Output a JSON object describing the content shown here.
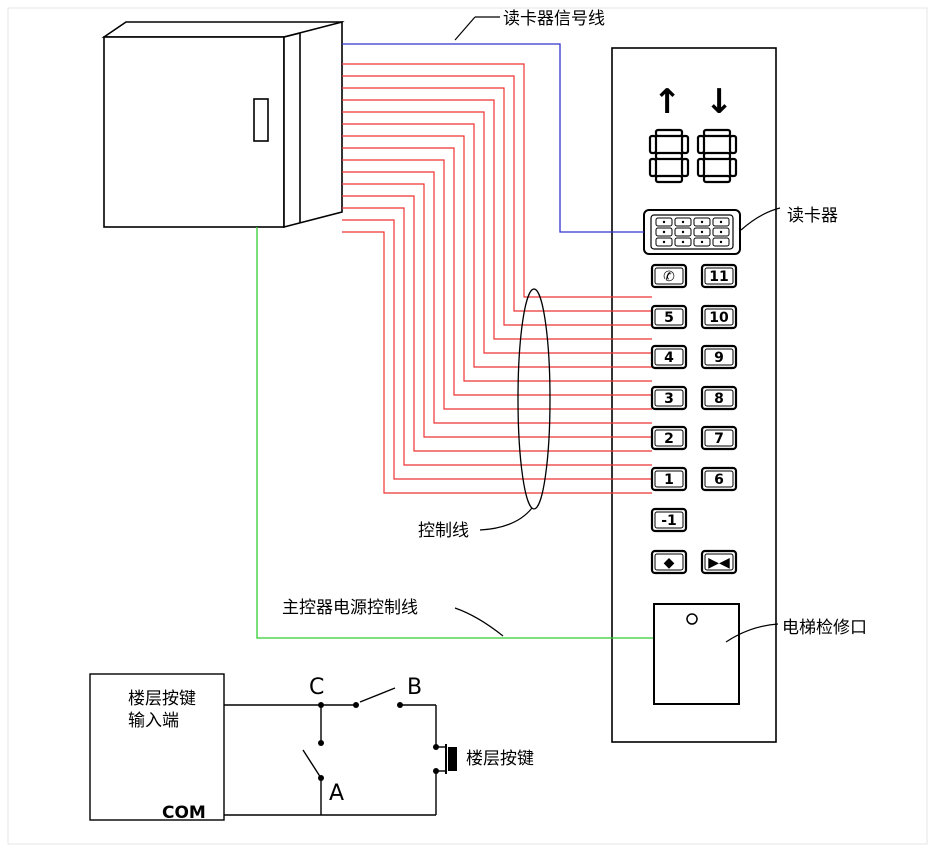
{
  "labels": {
    "reader_signal_line": "读卡器信号线",
    "card_reader": "读卡器",
    "control_lines": "控制线",
    "main_power_control_line": "主控器电源控制线",
    "maintenance_port": "电梯检修口",
    "floor_key_input_line1": "楼层按键",
    "floor_key_input_line2": "输入端",
    "com": "COM",
    "floor_key": "楼层按键",
    "node_c": "C",
    "node_b": "B",
    "node_a": "A"
  },
  "display": {
    "digits": "88",
    "up_arrow": "↑",
    "down_arrow": "↓"
  },
  "buttons": {
    "left_column": [
      "phone-icon",
      "5",
      "4",
      "3",
      "2",
      "1",
      "-1",
      "door-open-icon"
    ],
    "right_column": [
      "11",
      "10",
      "9",
      "8",
      "7",
      "6",
      "door-close-icon"
    ]
  },
  "colors": {
    "signal_line": "#3333cc",
    "control_line": "#ee3333",
    "power_line": "#33cc33",
    "outline": "#000000"
  }
}
